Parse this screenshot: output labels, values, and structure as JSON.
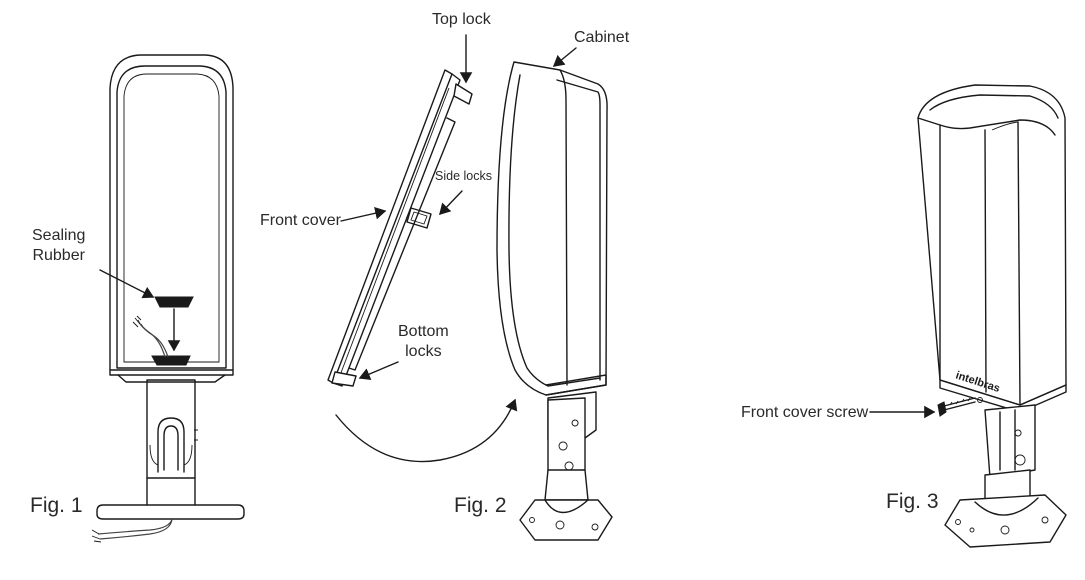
{
  "figures": [
    {
      "caption": "Fig. 1",
      "labels": {
        "sealing_rubber": "Sealing\nRubber"
      }
    },
    {
      "caption": "Fig. 2",
      "labels": {
        "top_lock": "Top lock",
        "cabinet": "Cabinet",
        "side_locks": "Side locks",
        "front_cover": "Front cover",
        "bottom_locks": "Bottom\nlocks"
      }
    },
    {
      "caption": "Fig. 3",
      "labels": {
        "front_cover_screw": "Front cover screw"
      },
      "brand_mark": "intelbras"
    }
  ]
}
